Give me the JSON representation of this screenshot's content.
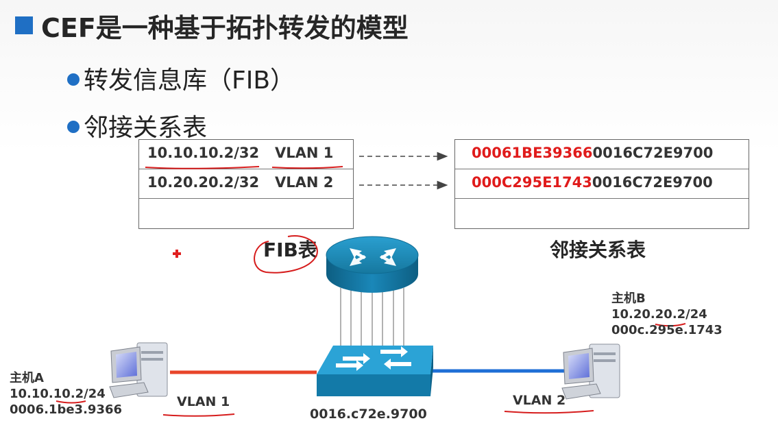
{
  "title": "CEF是一种基于拓扑转发的模型",
  "bullets": [
    "转发信息库（FIB）",
    "邻接关系表"
  ],
  "fib_table": {
    "caption": "FIB表",
    "rows": [
      {
        "prefix": "10.10.10.2/32",
        "vlan": "VLAN 1"
      },
      {
        "prefix": "10.20.20.2/32",
        "vlan": "VLAN 2"
      }
    ]
  },
  "adj_table": {
    "caption": "邻接关系表",
    "rows": [
      {
        "dst_mac": "00061BE39366",
        "src_mac": "0016C72E9700"
      },
      {
        "dst_mac": "000C295E1743",
        "src_mac": "0016C72E9700"
      }
    ]
  },
  "host_a": {
    "name": "主机A",
    "ip": "10.10.10.2/24",
    "mac": "0006.1be3.9366"
  },
  "host_b": {
    "name": "主机B",
    "ip": "10.20.20.2/24",
    "mac": "000c.295e.1743"
  },
  "switch": {
    "mac": "0016.c72e.9700"
  },
  "vlans": {
    "left": "VLAN 1",
    "right": "VLAN 2"
  },
  "colors": {
    "accent": "#1f6fc4",
    "highlight": "#e01b1b",
    "vlan1_link": "#e8452a",
    "vlan2_link": "#1f6fd6",
    "router": "#1a87b8"
  }
}
